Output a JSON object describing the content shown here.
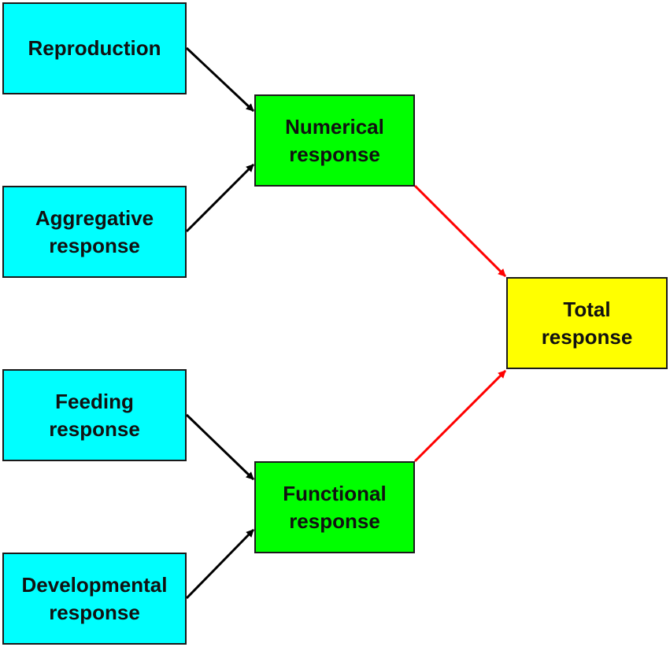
{
  "diagram": {
    "nodes": [
      {
        "id": "reproduction",
        "label": "Reproduction",
        "color": "#00ffff"
      },
      {
        "id": "aggregative",
        "label": "Aggregative\nresponse",
        "color": "#00ffff"
      },
      {
        "id": "feeding",
        "label": "Feeding\nresponse",
        "color": "#00ffff"
      },
      {
        "id": "developmental",
        "label": "Developmental\nresponse",
        "color": "#00ffff"
      },
      {
        "id": "numerical",
        "label": "Numerical\nresponse",
        "color": "#00ff00"
      },
      {
        "id": "functional",
        "label": "Functional\nresponse",
        "color": "#00ff00"
      },
      {
        "id": "total",
        "label": "Total\nresponse",
        "color": "#ffff00"
      }
    ],
    "edges": [
      {
        "from": "reproduction",
        "to": "numerical",
        "color": "#000000"
      },
      {
        "from": "aggregative",
        "to": "numerical",
        "color": "#000000"
      },
      {
        "from": "feeding",
        "to": "functional",
        "color": "#000000"
      },
      {
        "from": "developmental",
        "to": "functional",
        "color": "#000000"
      },
      {
        "from": "numerical",
        "to": "total",
        "color": "#ff0000"
      },
      {
        "from": "functional",
        "to": "total",
        "color": "#ff0000"
      }
    ]
  }
}
